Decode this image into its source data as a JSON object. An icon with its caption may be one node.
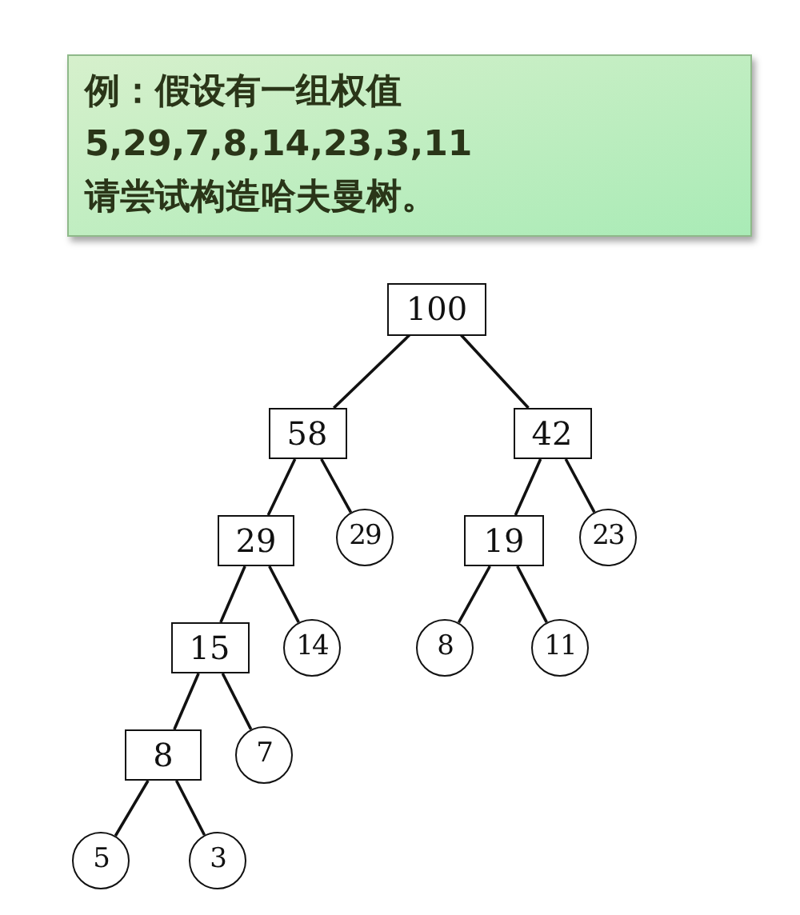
{
  "diagram": {
    "nodes": [
      {
        "text": [
          "例：假设有一组权值",
          "5,29,7,8,14,23,3,11",
          "请尝试构造哈夫曼树。"
        ]
      },
      {
        "text": [
          "100"
        ]
      },
      {
        "text": [
          "58"
        ]
      },
      {
        "text": [
          "42"
        ]
      },
      {
        "text": [
          "29"
        ]
      },
      {
        "text": [
          "29"
        ]
      },
      {
        "text": [
          "19"
        ]
      },
      {
        "text": [
          "23"
        ]
      },
      {
        "text": [
          "15"
        ]
      },
      {
        "text": [
          "14"
        ]
      },
      {
        "text": [
          "8"
        ]
      },
      {
        "text": [
          "11"
        ]
      },
      {
        "text": [
          "8"
        ]
      },
      {
        "text": [
          "7"
        ]
      },
      {
        "text": [
          "5"
        ]
      },
      {
        "text": [
          "3"
        ]
      }
    ],
    "edges": [
      {
        "from": 1,
        "to": 2,
        "arrow": "none"
      },
      {
        "from": 1,
        "to": 3,
        "arrow": "none"
      },
      {
        "from": 2,
        "to": 4,
        "arrow": "none"
      },
      {
        "from": 2,
        "to": 5,
        "arrow": "none"
      },
      {
        "from": 3,
        "to": 6,
        "arrow": "none"
      },
      {
        "from": 3,
        "to": 7,
        "arrow": "none"
      },
      {
        "from": 4,
        "to": 8,
        "arrow": "none"
      },
      {
        "from": 4,
        "to": 9,
        "arrow": "none"
      },
      {
        "from": 6,
        "to": 10,
        "arrow": "none"
      },
      {
        "from": 6,
        "to": 11,
        "arrow": "none"
      },
      {
        "from": 8,
        "to": 12,
        "arrow": "none"
      },
      {
        "from": 8,
        "to": 13,
        "arrow": "none"
      },
      {
        "from": 12,
        "to": 14,
        "arrow": "none"
      },
      {
        "from": 12,
        "to": 15,
        "arrow": "none"
      }
    ]
  }
}
